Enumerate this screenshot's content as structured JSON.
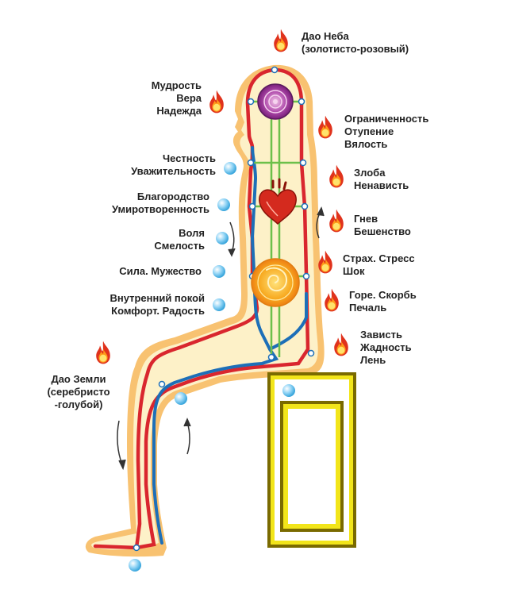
{
  "colors": {
    "background": "#ffffff",
    "body_fill": "#fdf1c8",
    "body_outline": "#f5a623",
    "yang_channel": "#d9262e",
    "yin_channel": "#1d6fb8",
    "central_channel": "#6cc04a",
    "stool": "#f2e51a",
    "stool_outline": "#7a6a00",
    "heaven_orb": "#8b2a8f",
    "solar_orb": "#f39a1c",
    "water_dot": "#6fc3ef"
  },
  "icons": {
    "fire": "fire-icon",
    "water": "water-drop-icon",
    "heart": "heart-icon",
    "arrow": "flow-arrow-icon"
  },
  "labels": {
    "dao_heaven": [
      "Дао Неба",
      "(золотисто-розовый)"
    ],
    "wisdom": [
      "Мудрость",
      "Вера",
      "Надежда"
    ],
    "limits": [
      "Ограниченность",
      "Отупение",
      "Вялость"
    ],
    "honesty": [
      "Честность",
      "Уважительность"
    ],
    "anger": [
      "Злоба",
      "Ненависть"
    ],
    "nobility": [
      "Благородство",
      "Умиротворенность"
    ],
    "rage": [
      "Гнев",
      "Бешенство"
    ],
    "will": [
      "Воля",
      "Смелость"
    ],
    "fear": [
      "Страх. Стресс",
      "Шок"
    ],
    "strength": [
      "Сила. Мужество"
    ],
    "grief": [
      "Горе. Скорбь",
      "Печаль"
    ],
    "inner_peace": [
      "Внутренний покой",
      "Комфорт. Радость"
    ],
    "envy": [
      "Зависть",
      "Жадность",
      "Лень"
    ],
    "dao_earth": [
      "Дао Земли",
      "(серебристо",
      "-голубой)"
    ]
  }
}
